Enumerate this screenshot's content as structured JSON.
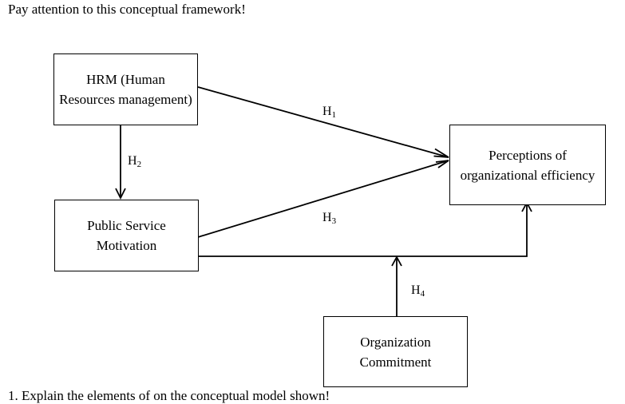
{
  "intro_text": "Pay attention to this conceptual framework!",
  "footer_text": "1.  Explain the elements of on the conceptual model shown!",
  "nodes": {
    "hrm": "HRM (Human Resources management)",
    "psm": "Public Service Motivation",
    "poe": "Perceptions of organizational efficiency",
    "oc": "Organization Commitment"
  },
  "hypotheses": {
    "h1": {
      "letter": "H",
      "index": "1"
    },
    "h2": {
      "letter": "H",
      "index": "2"
    },
    "h3": {
      "letter": "H",
      "index": "3"
    },
    "h4": {
      "letter": "H",
      "index": "4"
    }
  }
}
